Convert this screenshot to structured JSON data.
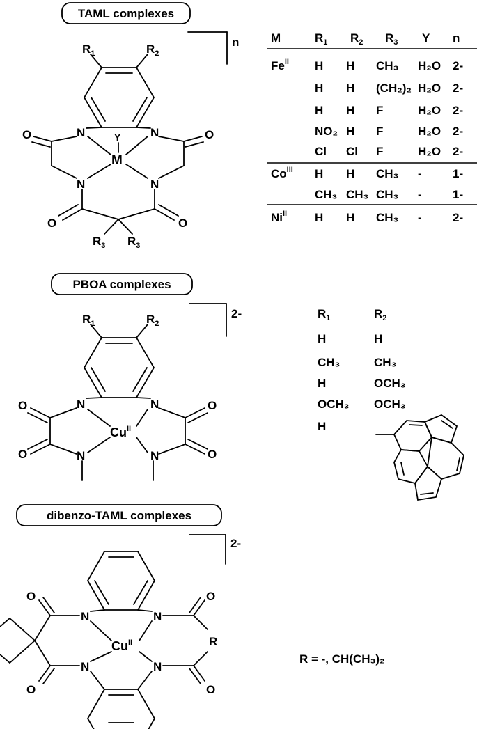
{
  "sections": {
    "taml_title": "TAML complexes",
    "pboa_title": "PBOA complexes",
    "dibenzo_title": "dibenzo-TAML complexes"
  },
  "taml": {
    "charge": "n",
    "table": {
      "headers": [
        "M",
        "R₁",
        "R₂",
        "R₃",
        "Y",
        "n"
      ],
      "rows": [
        [
          "Fe",
          "H",
          "H",
          "CH₃",
          "H₂O",
          "2-"
        ],
        [
          "",
          "H",
          "H",
          "(CH₂)₂",
          "H₂O",
          "2-"
        ],
        [
          "",
          "H",
          "H",
          "F",
          "H₂O",
          "2-"
        ],
        [
          "",
          "NO₂",
          "H",
          "F",
          "H₂O",
          "2-"
        ],
        [
          "",
          "Cl",
          "Cl",
          "F",
          "H₂O",
          "2-"
        ],
        [
          "Co",
          "H",
          "H",
          "CH₃",
          "-",
          "1-"
        ],
        [
          "",
          "CH₃",
          "CH₃",
          "CH₃",
          "-",
          "1-"
        ],
        [
          "Ni",
          "H",
          "H",
          "CH₃",
          "-",
          "2-"
        ]
      ],
      "metal_oxidation": {
        "Fe": "II",
        "Co": "III",
        "Ni": "II"
      }
    }
  },
  "pboa": {
    "charge": "2-",
    "metal": "Cu",
    "metal_ox": "II",
    "substituents": {
      "header_r1": "R₁",
      "header_r2": "R₂",
      "rows": [
        [
          "H",
          "H"
        ],
        [
          "CH₃",
          "CH₃"
        ],
        [
          "H",
          "OCH₃"
        ],
        [
          "OCH₃",
          "OCH₃"
        ],
        [
          "H",
          "pyrenyl-icon"
        ]
      ]
    }
  },
  "dibenzo": {
    "charge": "2-",
    "metal": "Cu",
    "metal_ox": "II",
    "r_definition": "R = -, CH(CH₃)₂"
  },
  "atoms": {
    "N": "N",
    "O": "O",
    "M": "M",
    "Y": "Y",
    "R": "R",
    "R1": "R₁",
    "R2": "R₂",
    "R3": "R₃"
  }
}
